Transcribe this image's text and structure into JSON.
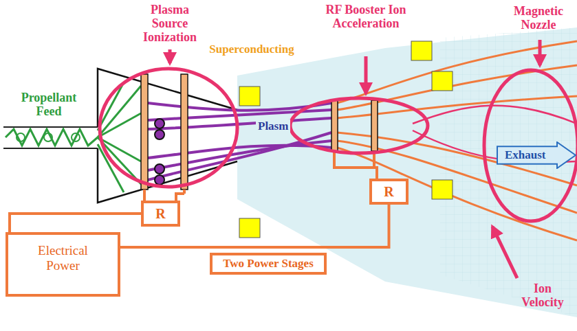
{
  "diagram": {
    "nodes": [
      {
        "text": [
          "Electrical Power"
        ]
      },
      {
        "text": [
          "R"
        ]
      },
      {
        "text": [
          "R"
        ]
      },
      {
        "text": [
          "Two Power Stages"
        ]
      },
      {
        "text": [
          "Exhaust"
        ]
      }
    ],
    "edges": [
      {
        "from": 0,
        "to": 1,
        "arrow": "none"
      },
      {
        "from": 0,
        "to": 2,
        "arrow": "none"
      }
    ],
    "labels": [
      "Plasma Source Ionization",
      "Superconducting",
      "RF Booster Ion Acceleration",
      "Magnetic Nozzle",
      "Propellant Feed",
      "Plasm",
      "Ion Velocity"
    ]
  }
}
